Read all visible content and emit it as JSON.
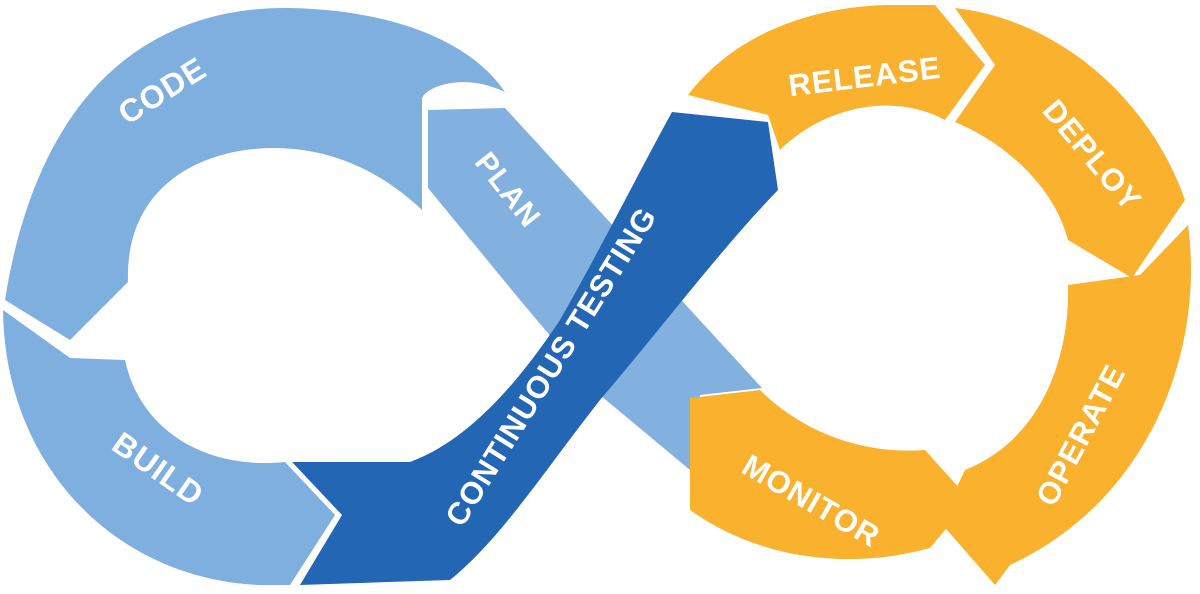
{
  "diagram": {
    "stages": {
      "code": "CODE",
      "build": "BUILD",
      "plan": "PLAN",
      "continuous_testing": "CONTINUOUS TESTING",
      "release": "RELEASE",
      "deploy": "DEPLOY",
      "operate": "OPERATE",
      "monitor": "MONITOR"
    },
    "colors": {
      "dev_blue": "#7fafdf",
      "testing_blue": "#2366b3",
      "ops_orange": "#f9b12e",
      "separator": "#ffffff"
    }
  }
}
